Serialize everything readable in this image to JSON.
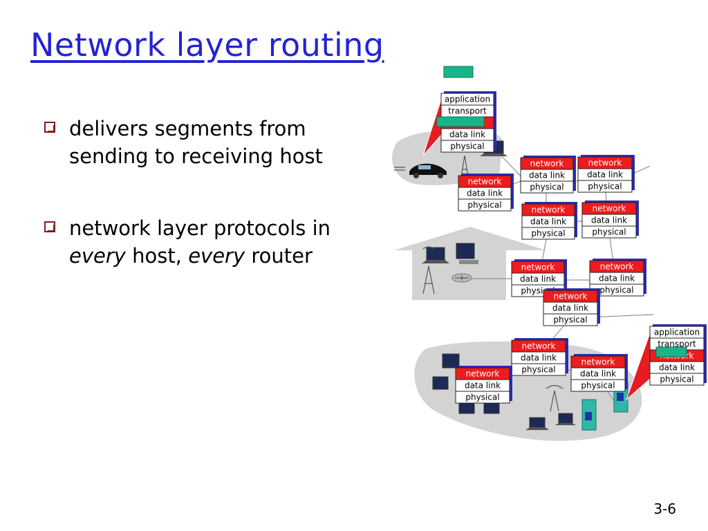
{
  "slide": {
    "title": "Network layer routing",
    "bullets": [
      {
        "text": "delivers segments from sending to receiving host"
      },
      {
        "pre": "network layer protocols in ",
        "em1": "every",
        "mid": " host, ",
        "em2": "every",
        "post": " router"
      }
    ],
    "page_number": "3-6"
  },
  "diagram": {
    "host_stack": [
      "application",
      "transport",
      "network",
      "data link",
      "physical"
    ],
    "router_stack": [
      "network",
      "data link",
      "physical"
    ],
    "colors": {
      "network_red": "#ee1c1c",
      "stack_shadow": "#2b2bb0",
      "highlight_green": "#19b58a",
      "cloud_gray": "#d3d3d3",
      "callout_red": "#e51c23"
    }
  }
}
